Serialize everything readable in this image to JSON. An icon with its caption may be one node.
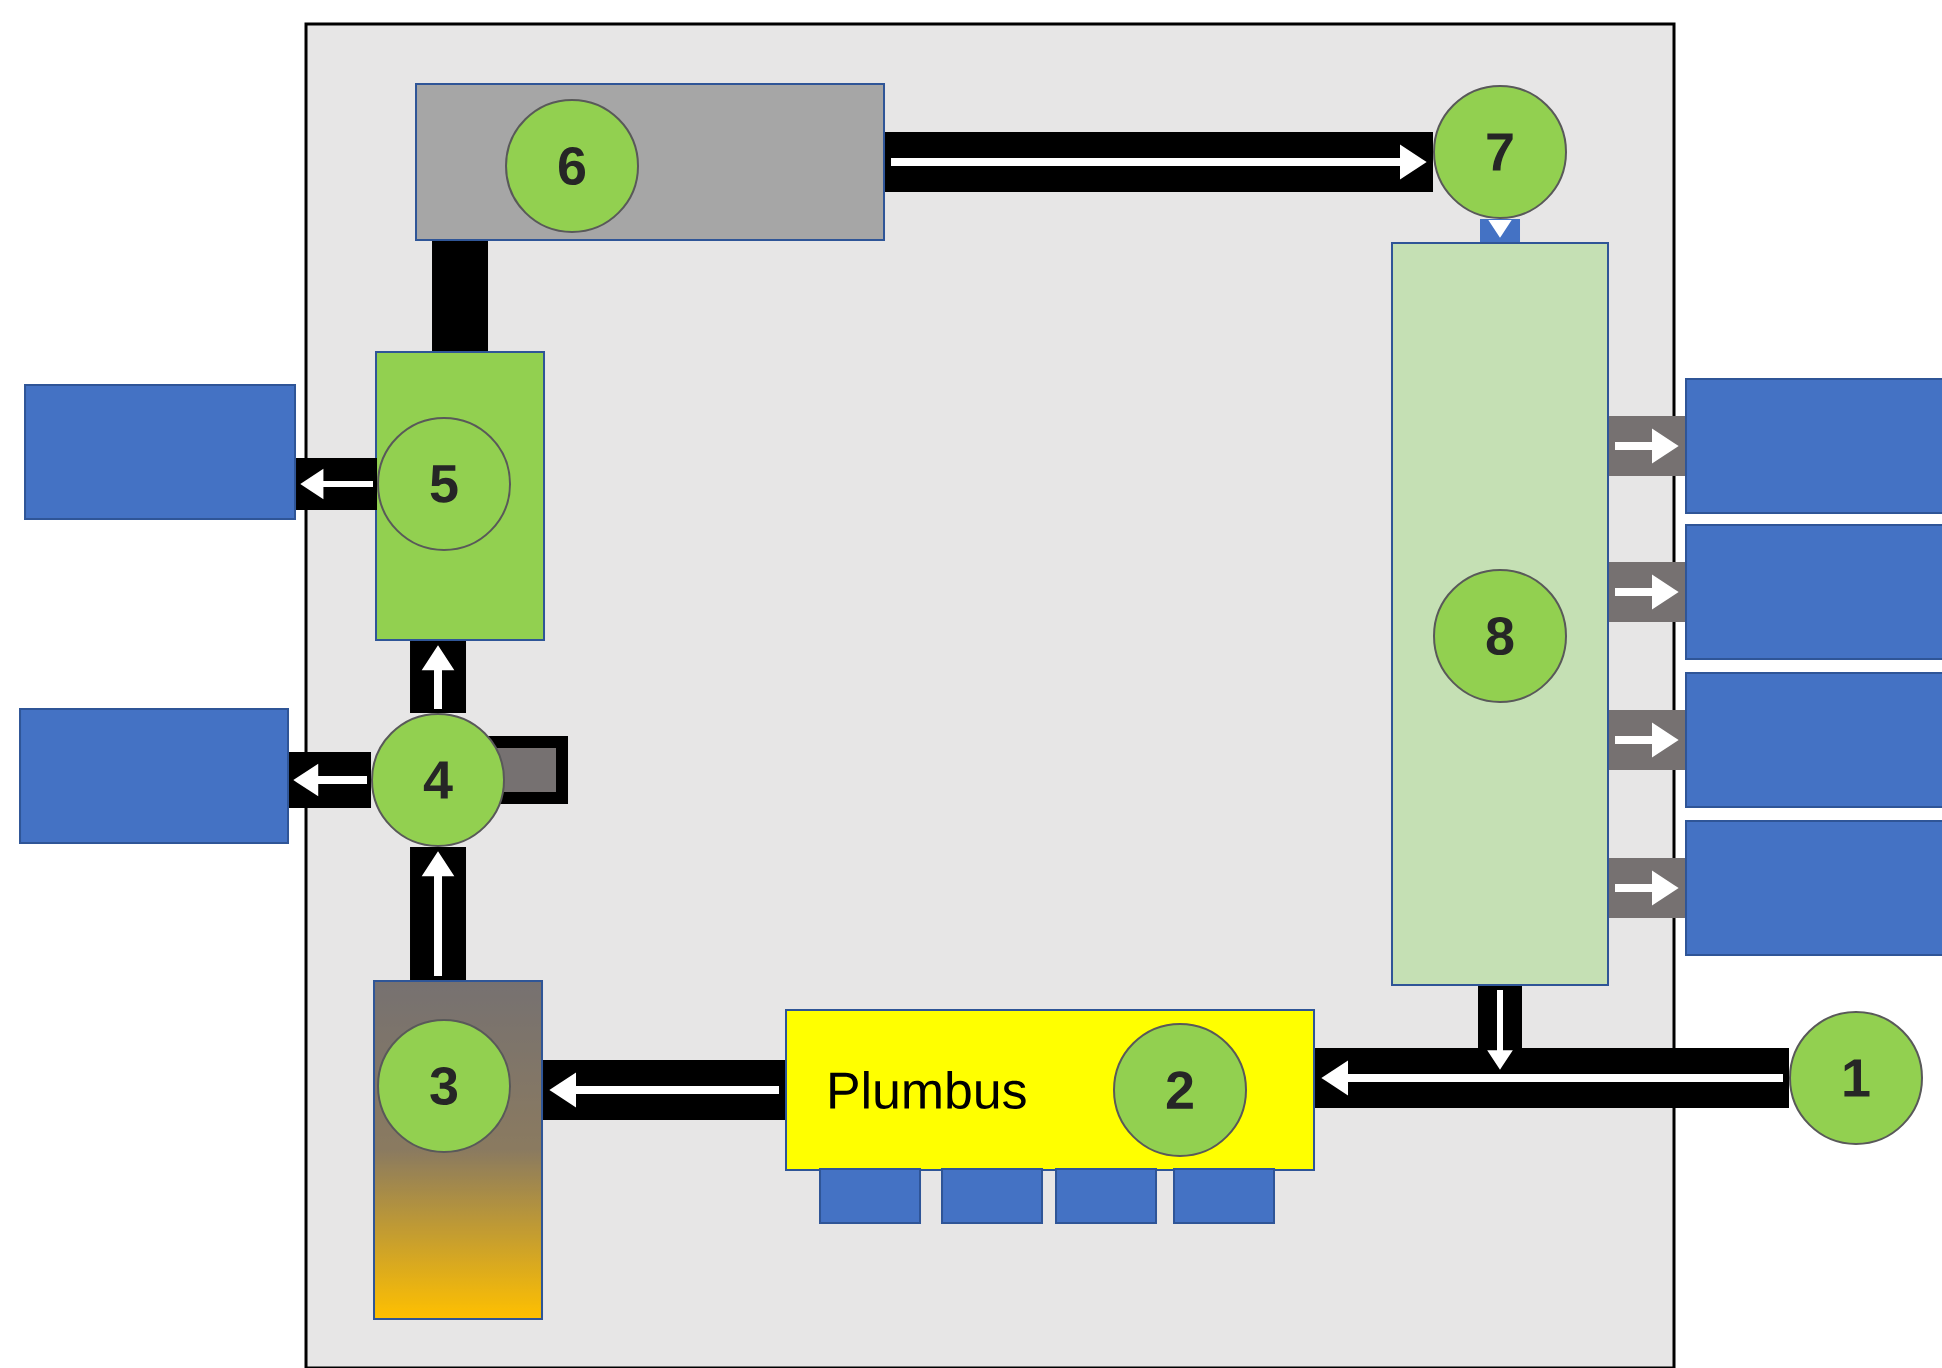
{
  "diagram": {
    "nodes": [
      {
        "text": [
          "1"
        ]
      },
      {
        "text": [
          "Plumbus"
        ]
      },
      {
        "text": [
          "2"
        ],
        "in": 1
      },
      {
        "text": [],
        "shape": "box"
      },
      {
        "text": [
          "3"
        ],
        "in": 3
      },
      {
        "text": [
          "4"
        ]
      },
      {
        "text": [],
        "shape": "box"
      },
      {
        "text": [
          "5"
        ],
        "in": 6
      },
      {
        "text": [],
        "shape": "box"
      },
      {
        "text": [
          "6"
        ],
        "in": 8
      },
      {
        "text": [
          "7"
        ]
      },
      {
        "text": [],
        "shape": "box"
      },
      {
        "text": [
          "8"
        ],
        "in": 11
      },
      {
        "text": [],
        "shape": "box"
      },
      {
        "text": [],
        "shape": "box"
      },
      {
        "text": [],
        "shape": "box"
      },
      {
        "text": [],
        "shape": "box"
      },
      {
        "text": [],
        "shape": "box"
      },
      {
        "text": [],
        "shape": "box"
      },
      {
        "text": [],
        "shape": "box"
      },
      {
        "text": [],
        "shape": "box"
      },
      {
        "text": [],
        "shape": "box"
      },
      {
        "text": [],
        "shape": "box"
      }
    ],
    "edges": [
      {
        "from": 0,
        "to": 1,
        "arrow": "to"
      },
      {
        "from": 1,
        "to": 3,
        "arrow": "to"
      },
      {
        "from": 3,
        "to": 5,
        "arrow": "to"
      },
      {
        "from": 5,
        "to": 6,
        "arrow": "to"
      },
      {
        "from": 5,
        "to": 14,
        "arrow": "to"
      },
      {
        "from": 7,
        "to": 13,
        "arrow": "to"
      },
      {
        "from": 6,
        "to": 8,
        "arrow": "none"
      },
      {
        "from": 8,
        "to": 10,
        "arrow": "to"
      },
      {
        "from": 10,
        "to": 11,
        "arrow": "to",
        "color": "#4472c4"
      },
      {
        "from": 11,
        "to": null,
        "arrow": "to"
      },
      {
        "from": 11,
        "to": 15,
        "arrow": "to",
        "color": "#767171"
      },
      {
        "from": 11,
        "to": 16,
        "arrow": "to",
        "color": "#767171"
      },
      {
        "from": 11,
        "to": 17,
        "arrow": "to",
        "color": "#767171"
      },
      {
        "from": 11,
        "to": 18,
        "arrow": "to",
        "color": "#767171"
      }
    ]
  }
}
